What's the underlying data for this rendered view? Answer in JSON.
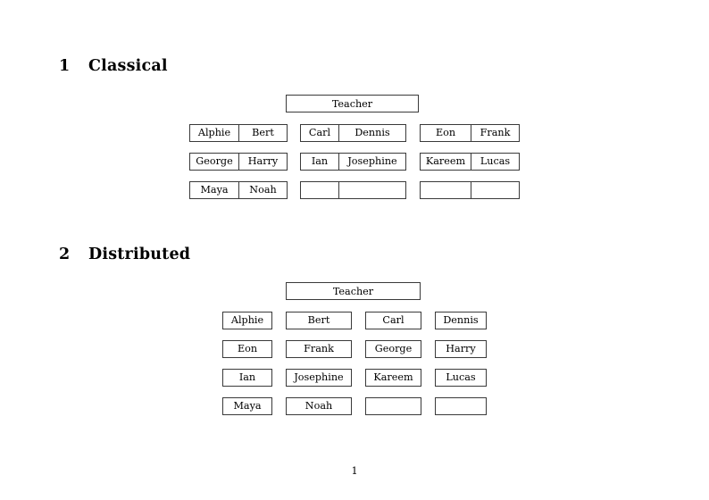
{
  "document": {
    "page_number": "1"
  },
  "sections": [
    {
      "number": "1",
      "title": "Classical",
      "teacher_label": "Teacher",
      "layout": "paired-groups",
      "groups": [
        {
          "rows": [
            [
              "Alphie",
              "Bert"
            ],
            [
              "George",
              "Harry"
            ],
            [
              "Maya",
              "Noah"
            ]
          ]
        },
        {
          "rows": [
            [
              "Carl",
              "Dennis"
            ],
            [
              "Ian",
              "Josephine"
            ],
            [
              "",
              ""
            ]
          ]
        },
        {
          "rows": [
            [
              "Eon",
              "Frank"
            ],
            [
              "Kareem",
              "Lucas"
            ],
            [
              "",
              ""
            ]
          ]
        }
      ]
    },
    {
      "number": "2",
      "title": "Distributed",
      "teacher_label": "Teacher",
      "layout": "single-columns",
      "rows": [
        [
          "Alphie",
          "Bert",
          "Carl",
          "Dennis"
        ],
        [
          "Eon",
          "Frank",
          "George",
          "Harry"
        ],
        [
          "Ian",
          "Josephine",
          "Kareem",
          "Lucas"
        ],
        [
          "Maya",
          "Noah",
          "",
          ""
        ]
      ]
    }
  ],
  "colors": {
    "page_background": "#ffffff",
    "text": "#000000",
    "box_border": "#3a3a3a"
  }
}
